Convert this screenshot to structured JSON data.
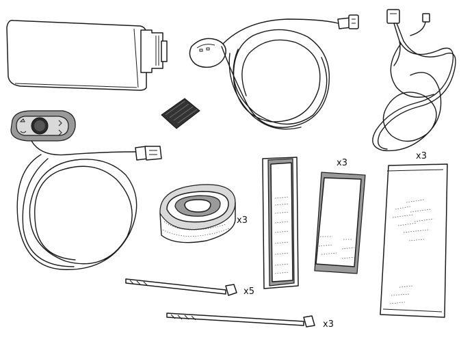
{
  "quantities": {
    "velcro_roll": "x3",
    "strap_small": "x3",
    "strap_large": "x3",
    "tie_long": "x5",
    "tie_short": "x3"
  },
  "icons": [
    "control-unit-box-icon",
    "microphone-cable-icon",
    "power-cable-harness-icon",
    "adhesive-pad-icon",
    "remote-control-cable-icon",
    "velcro-roll-icon",
    "velcro-strap-narrow-icon",
    "velcro-strap-small-icon",
    "velcro-strap-large-icon",
    "cable-tie-icon"
  ]
}
